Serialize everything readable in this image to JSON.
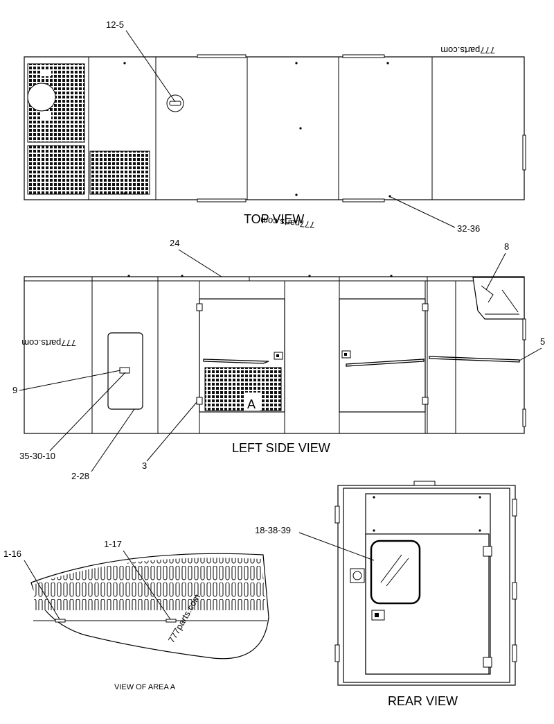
{
  "views": {
    "top": "TOP VIEW",
    "left_side": "LEFT SIDE VIEW",
    "area_a": "VIEW OF AREA  A",
    "rear": "REAR VIEW"
  },
  "area_marker": "A",
  "watermark": "777parts.com",
  "callouts": {
    "c_12_5": "12-5",
    "c_32_36": "32-36",
    "c_24": "24",
    "c_8": "8",
    "c_5": "5",
    "c_9": "9",
    "c_35_30_10": "35-30-10",
    "c_2_28": "2-28",
    "c_3": "3",
    "c_1_16": "1-16",
    "c_1_17": "1-17",
    "c_18_38_39": "18-38-39"
  }
}
